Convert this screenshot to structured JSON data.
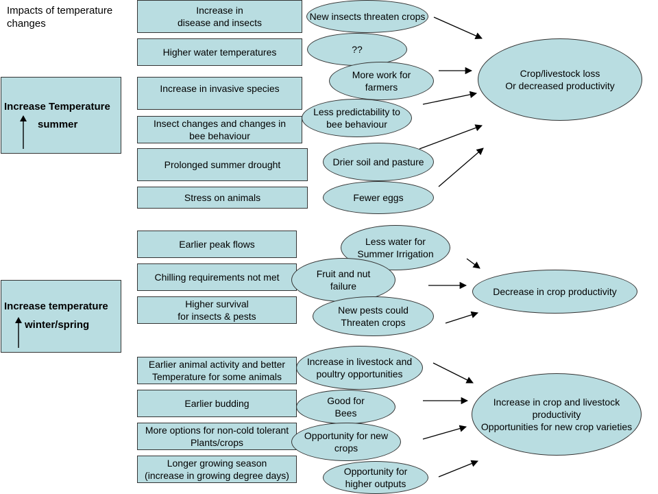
{
  "title": "Impacts of temperature\nchanges",
  "colors": {
    "fill": "#b9dde1",
    "stroke": "#333333"
  },
  "left_boxes": {
    "summer": {
      "line1": "Increase Temperature",
      "line2": "summer",
      "icon": "up-arrow-icon"
    },
    "winter": {
      "line1": "Increase temperature",
      "line2": "winter/spring",
      "icon": "up-arrow-icon"
    }
  },
  "impacts": {
    "disease_insects": "Increase in\ndisease and insects",
    "water_temps": "Higher water temperatures",
    "invasive": "Increase in invasive species",
    "bee_changes": "Insect changes and changes in\nbee behaviour",
    "drought": "Prolonged summer drought",
    "stress": "Stress on animals",
    "peak_flows": "Earlier peak flows",
    "chilling": "Chilling requirements not met",
    "survival": "Higher survival\nfor insects & pests",
    "animal_activity": "Earlier animal activity and better\nTemperature for some animals",
    "budding": "Earlier budding",
    "more_options": "More options  for non-cold tolerant\nPlants/crops",
    "growing_season": "Longer growing season\n(increase in growing degree days)"
  },
  "consequences": {
    "new_insects": "New insects threaten crops",
    "unknown": "??",
    "more_work": "More work for\nfarmers",
    "less_predictability": "Less predictability to\nbee behaviour",
    "drier_soil": "Drier soil and pasture",
    "fewer_eggs": "Fewer eggs",
    "less_water": "Less water for\nSummer Irrigation",
    "fruit_failure": "Fruit and nut\nfailure",
    "new_pests": "New pests could\nThreaten crops",
    "livestock_opps": "Increase in livestock and\npoultry opportunities",
    "good_bees": "Good for\nBees",
    "new_crops": "Opportunity for new\ncrops",
    "higher_outputs": "Opportunity for\nhigher outputs"
  },
  "outcomes": {
    "crop_loss": "Crop/livestock loss\nOr decreased productivity",
    "decrease_productivity": "Decrease in crop productivity",
    "increase_productivity": "Increase in crop and livestock\nproductivity\nOpportunities for new crop varieties"
  }
}
